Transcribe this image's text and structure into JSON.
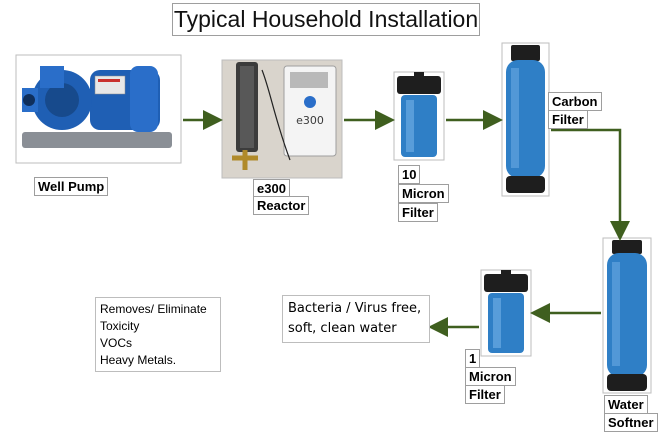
{
  "title": "Typical Household Installation",
  "labels": {
    "well_pump": "Well Pump",
    "reactor_model": "e300",
    "reactor": "Reactor",
    "micron10_num": "10",
    "micron10_unit": "Micron",
    "micron10_type": "Filter",
    "carbon_1": "Carbon",
    "carbon_2": "Filter",
    "softener_1": "Water",
    "softener_2": "Softner",
    "micron1_num": "1",
    "micron1_unit": "Micron",
    "micron1_type": "Filter"
  },
  "device_text": {
    "e300_panel": "e300"
  },
  "output": {
    "line1": "Bacteria / Virus free,",
    "line2": "soft, clean water"
  },
  "removes": {
    "line1": "Removes/ Eliminate",
    "line2": "Toxicity",
    "line3": "VOCs",
    "line4": "Heavy Metals."
  },
  "colors": {
    "arrow": "#3f5f1f",
    "tank_blue": "#2f7fc6",
    "pump_blue": "#1f5fb4"
  }
}
